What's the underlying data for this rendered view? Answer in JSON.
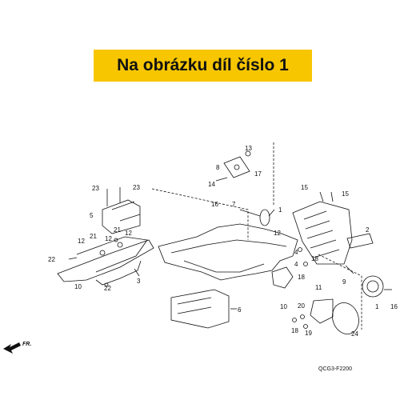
{
  "banner": {
    "text": "Na obrázku díl číslo 1",
    "color": "#f7c600"
  },
  "diagram_code": "QCG3-F2200",
  "direction_label": "FR.",
  "callouts": {
    "c1a": "1",
    "c1b": "1",
    "c2": "2",
    "c3": "3",
    "c4a": "4",
    "c4b": "4",
    "c5": "5",
    "c6": "6",
    "c7": "7",
    "c8": "8",
    "c9": "9",
    "c10a": "10",
    "c10b": "10",
    "c11": "11",
    "c12a": "12",
    "c12b": "12",
    "c12c": "12",
    "c12d": "12",
    "c13": "13",
    "c14": "14",
    "c15a": "15",
    "c15b": "15",
    "c16a": "16",
    "c16b": "16",
    "c17": "17",
    "c18a": "18",
    "c18b": "18",
    "c18c": "18",
    "c19": "19",
    "c20": "20",
    "c21a": "21",
    "c21b": "21",
    "c22a": "22",
    "c22b": "22",
    "c23a": "23",
    "c23b": "23",
    "c24": "24"
  }
}
